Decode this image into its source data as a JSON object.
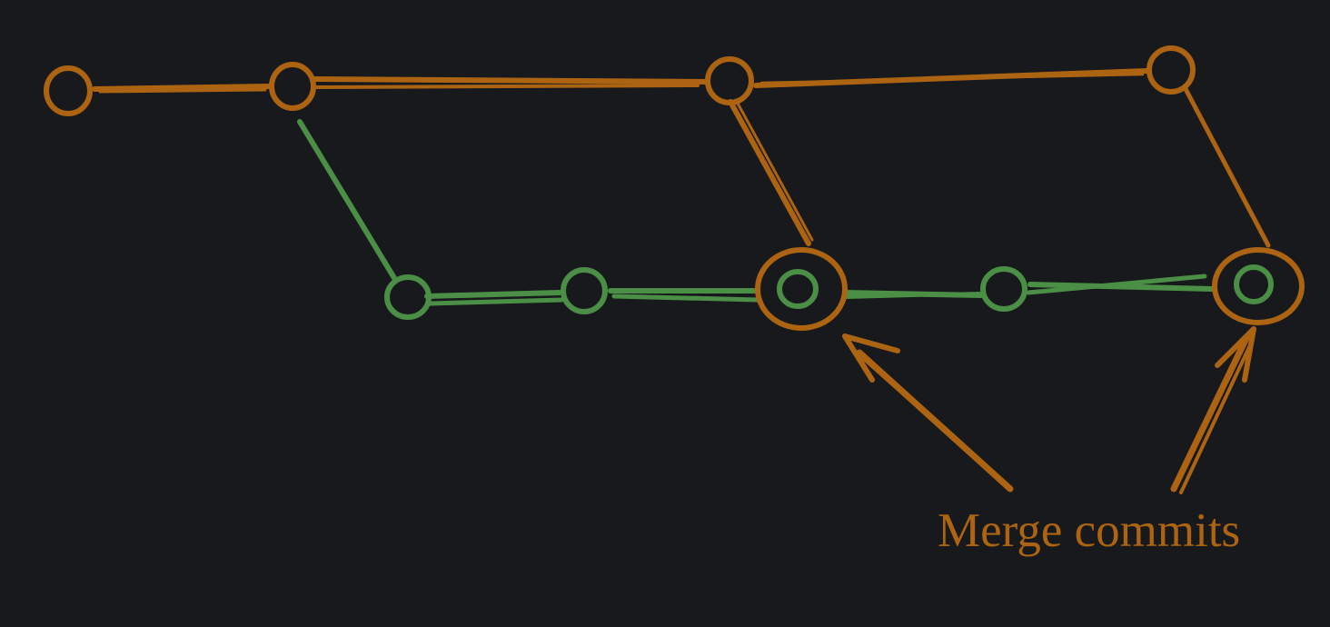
{
  "colors": {
    "background": "#18191c",
    "main_branch": "#ad6412",
    "feature_branch": "#4a8f45"
  },
  "annotation": {
    "label": "Merge commits"
  },
  "branches": [
    {
      "id": "main",
      "color_key": "main_branch"
    },
    {
      "id": "feature",
      "color_key": "feature_branch"
    }
  ],
  "merge_commit_count": 2
}
